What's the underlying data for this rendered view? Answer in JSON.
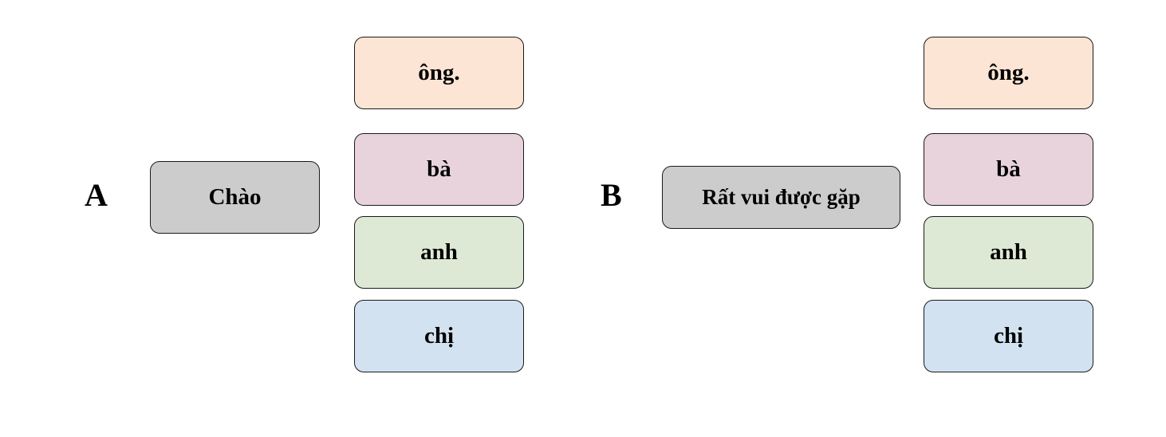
{
  "groups": [
    {
      "letter": "A",
      "stem": "Chào",
      "options": [
        {
          "label": "ông.",
          "color": "#fce5d4"
        },
        {
          "label": "bà",
          "color": "#e8d3dc"
        },
        {
          "label": "anh",
          "color": "#dde9d4"
        },
        {
          "label": "chị",
          "color": "#d3e2f1"
        }
      ]
    },
    {
      "letter": "B",
      "stem": "Rất vui được gặp",
      "options": [
        {
          "label": "ông.",
          "color": "#fce5d4"
        },
        {
          "label": "bà",
          "color": "#e8d3dc"
        },
        {
          "label": "anh",
          "color": "#dde9d4"
        },
        {
          "label": "chị",
          "color": "#d3e2f1"
        }
      ]
    }
  ],
  "colors": {
    "stem_fill": "#cccccc",
    "border": "#1a1a1a"
  }
}
